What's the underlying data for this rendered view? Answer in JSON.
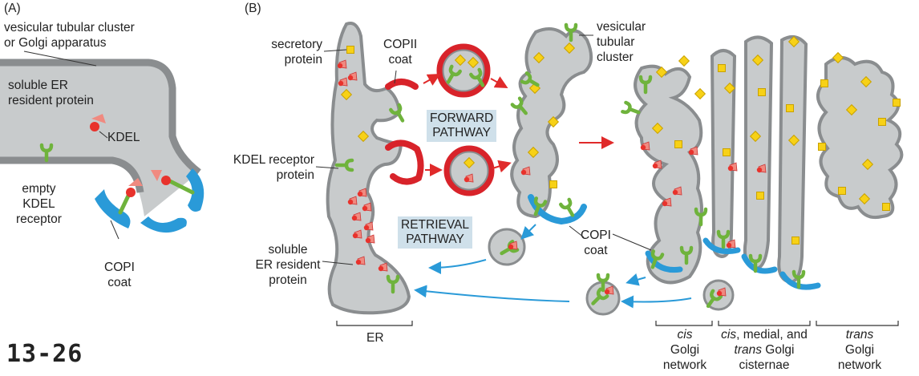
{
  "panel_a": {
    "tag": "(A)",
    "vtc_line1": "vesicular tubular cluster",
    "vtc_line2": "or Golgi apparatus",
    "soluble_line1": "soluble ER",
    "soluble_line2": "resident protein",
    "kdel": "KDEL",
    "empty_line1": "empty",
    "empty_line2": "KDEL",
    "empty_line3": "receptor",
    "copi_line1": "COPI",
    "copi_line2": "coat"
  },
  "panel_b": {
    "tag": "(B)",
    "secretory_line1": "secretory",
    "secretory_line2": "protein",
    "copii_line1": "COPII",
    "copii_line2": "coat",
    "vtc_line1": "vesicular",
    "vtc_line2": "tubular",
    "vtc_line3": "cluster",
    "forward_line1": "FORWARD",
    "forward_line2": "PATHWAY",
    "kdel_line1": "KDEL receptor",
    "kdel_line2": "protein",
    "retrieval_line1": "RETRIEVAL",
    "retrieval_line2": "PATHWAY",
    "copi_line1": "COPI",
    "copi_line2": "coat",
    "soluble_line1": "soluble",
    "soluble_line2": "ER resident",
    "soluble_line3": "protein",
    "er": "ER",
    "cis_line1": "cis",
    "cis_line2": "Golgi",
    "cis_line3": "network",
    "mid_line1a": "cis",
    "mid_line1b": ", medial, and",
    "mid_line2a": "trans",
    "mid_line2b": " Golgi",
    "mid_line3": "cisternae",
    "trans_line1": "trans",
    "trans_line2": "Golgi",
    "trans_line3": "network"
  },
  "figure_number": "13-26",
  "colors": {
    "lumen": "#c8cbcc",
    "membrane": "#8a8d8f",
    "copii": "#d8232a",
    "copi": "#2a9ad8",
    "receptor": "#7bbf44",
    "cargo": "#f7d117",
    "ligand": "#e8322c",
    "arrow_red": "#e02a2a",
    "arrow_blue": "#2a9ad8",
    "label_box": "#cfe0ea"
  }
}
